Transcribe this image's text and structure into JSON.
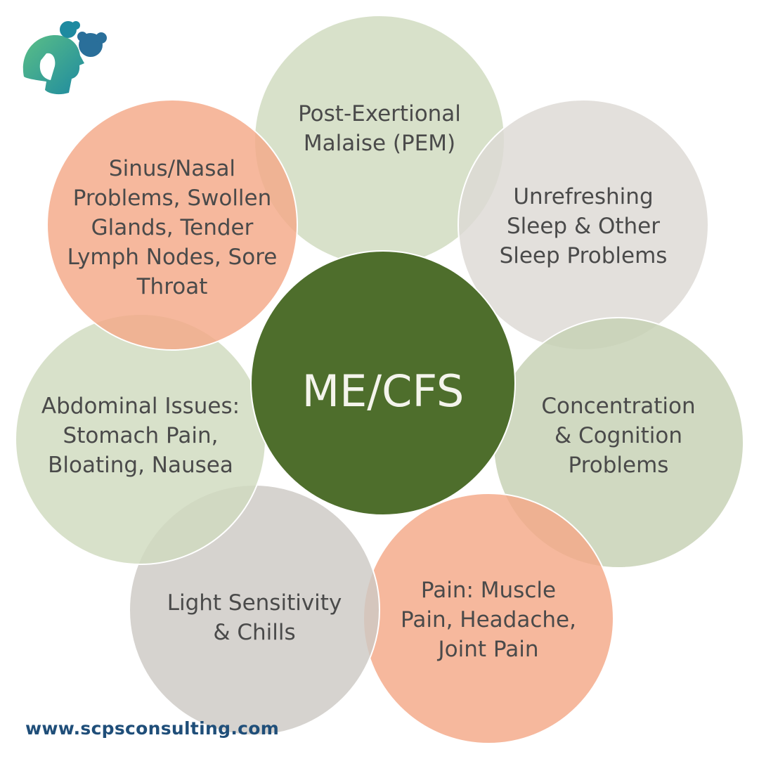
{
  "center": {
    "label": "ME/CFS",
    "color": "#4e6e2c"
  },
  "petals": [
    {
      "name": "post-exertional-malaise",
      "lines": [
        "Post-Exertional",
        "Malaise (PEM)"
      ],
      "color": "#cfdbbe"
    },
    {
      "name": "unrefreshing-sleep",
      "lines": [
        "Unrefreshing",
        "Sleep & Other",
        "Sleep Problems"
      ],
      "color": "#ddd9d4"
    },
    {
      "name": "concentration-cognition",
      "lines": [
        "Concentration",
        "& Cognition",
        "Problems"
      ],
      "color": "#c6d1b3"
    },
    {
      "name": "pain",
      "lines": [
        "Pain: Muscle",
        "Pain, Headache,",
        "Joint Pain"
      ],
      "color": "#f4a888"
    },
    {
      "name": "light-sensitivity",
      "lines": [
        "Light Sensitivity",
        "& Chills"
      ],
      "color": "#cdc9c5"
    },
    {
      "name": "abdominal-issues",
      "lines": [
        "Abdominal Issues:",
        "Stomach Pain,",
        "Bloating, Nausea"
      ],
      "color": "#cfdbbe"
    },
    {
      "name": "sinus-nasal-problems",
      "lines": [
        "Sinus/Nasal",
        "Problems, Swollen",
        "Glands, Tender",
        "Lymph Nodes, Sore",
        "Throat"
      ],
      "color": "#f4a888"
    }
  ],
  "logo": {
    "icon": "profile-head-with-puzzle-pieces-icon",
    "colors": [
      "#5bbf86",
      "#1e8aa0",
      "#2a6f9a"
    ]
  },
  "footer": {
    "website": "www.scpsconsulting.com",
    "color": "#1f4e79"
  }
}
